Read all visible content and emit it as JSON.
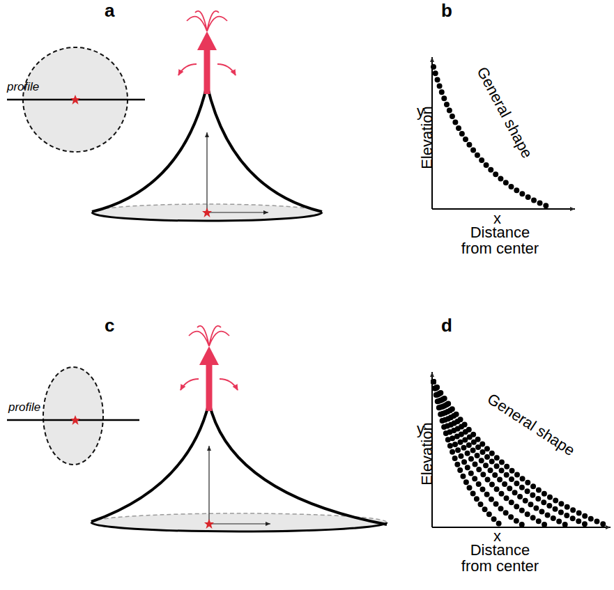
{
  "diagram": {
    "labels": [
      "a",
      "profile",
      "b",
      "y",
      "Elevation",
      "General shape",
      "x",
      "Distance from center",
      "c",
      "profile",
      "d",
      "y",
      "Elevation",
      "General shape",
      "x",
      "Distance from center"
    ]
  }
}
